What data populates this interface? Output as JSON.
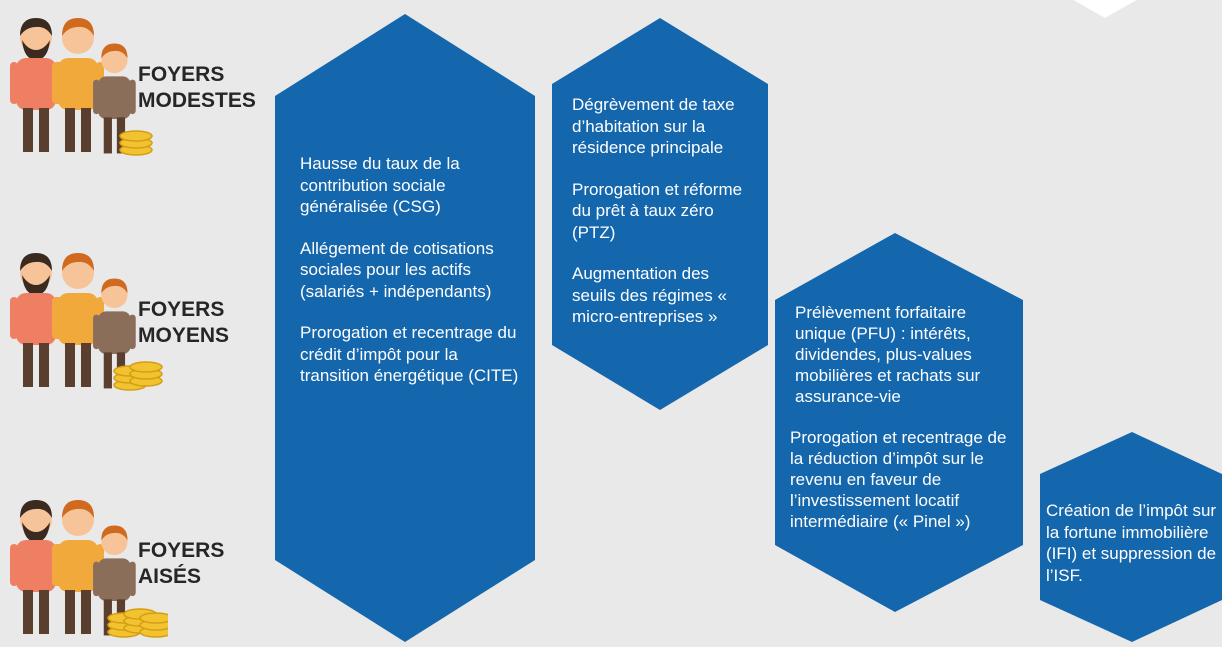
{
  "colors": {
    "background": "#e9e9e9",
    "hexagon": "#1466ad",
    "coin": "#f2c230",
    "coin_edge": "#d39e12",
    "man_shirt": "#ef7f62",
    "woman_dress": "#f2a93b",
    "child_shirt": "#8a6e5a",
    "skin": "#f7c49a",
    "hair_dark": "#3b2a20",
    "hair_orange": "#cf6a1f",
    "pants": "#5a3f2e"
  },
  "categories": [
    {
      "line1": "FOYERS",
      "line2": "MODESTES",
      "coins": 1
    },
    {
      "line1": "FOYERS",
      "line2": "MOYENS",
      "coins": 2
    },
    {
      "line1": "FOYERS",
      "line2": "AISÉS",
      "coins": 3
    }
  ],
  "hexagons": [
    {
      "items": [
        "Hausse du taux de la contribution sociale généralisée (CSG)",
        "Allégement de cotisations sociales pour les actifs (salariés + indépendants)",
        "Prorogation et recentrage du crédit d’impôt pour la transition énergétique (CITE)"
      ]
    },
    {
      "items": [
        "Dégrèvement de taxe d’habitation sur la résidence principale",
        "Prorogation et réforme du prêt à taux zéro (PTZ)",
        "Augmentation des seuils des régimes « micro-entreprises »"
      ]
    },
    {
      "items": [
        "Prélèvement forfaitaire unique (PFU) : intérêts, dividendes, plus-values mobilières et rachats sur assurance-vie",
        "Prorogation et recentrage de la réduction d’impôt sur le revenu en faveur de l’investissement locatif intermédiaire (« Pinel »)"
      ]
    },
    {
      "items": [
        "Création de l’impôt sur la fortune immobilière (IFI) et suppression de l’ISF."
      ]
    }
  ]
}
